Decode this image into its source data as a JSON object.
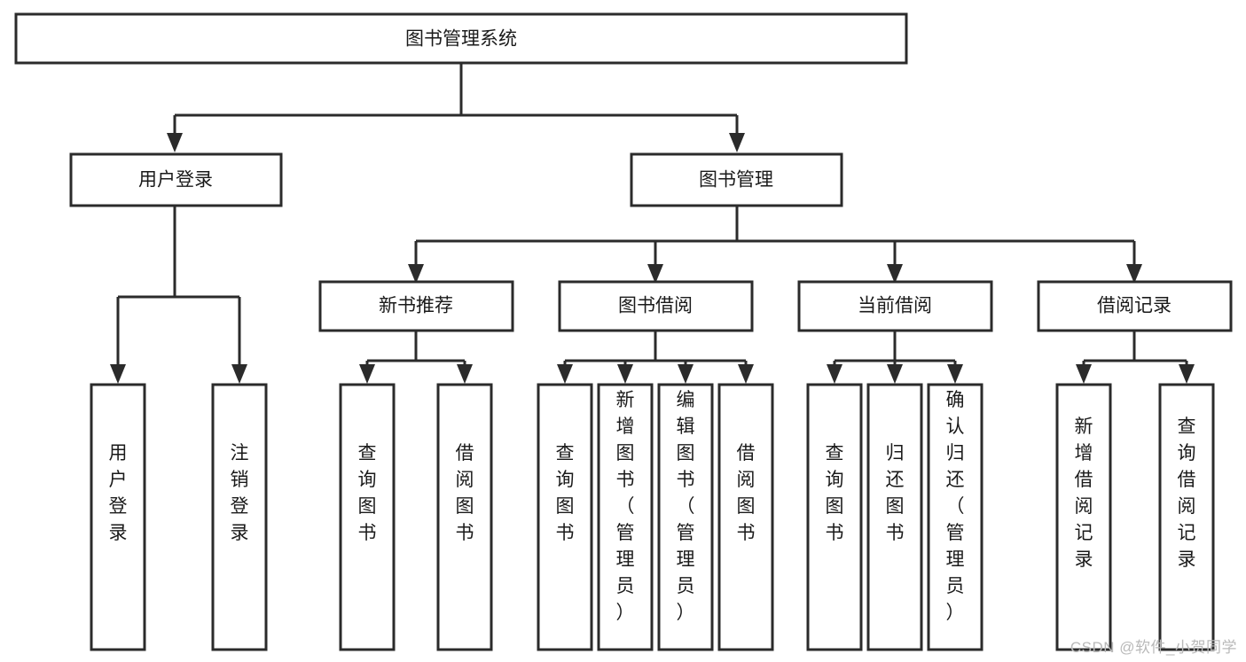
{
  "diagram": {
    "title": "图书管理系统",
    "type": "tree-hierarchy",
    "orientation": "top-down",
    "style": {
      "box_fill": "#ffffff",
      "box_stroke": "#2b2b2b",
      "text_color": "#1a1a1a",
      "background": "#ffffff",
      "watermark_color": "#b9b9b9"
    },
    "levels": [
      {
        "level": 1,
        "nodes": [
          {
            "id": "root",
            "label": "图书管理系统",
            "orientation": "horizontal"
          }
        ]
      },
      {
        "level": 2,
        "nodes": [
          {
            "id": "user-login",
            "label": "用户登录",
            "orientation": "horizontal",
            "parent": "root"
          },
          {
            "id": "book-manage",
            "label": "图书管理",
            "orientation": "horizontal",
            "parent": "root"
          }
        ]
      },
      {
        "level": 3,
        "nodes": [
          {
            "id": "new-book-recommend",
            "label": "新书推荐",
            "orientation": "horizontal",
            "parent": "book-manage"
          },
          {
            "id": "book-borrow",
            "label": "图书借阅",
            "orientation": "horizontal",
            "parent": "book-manage"
          },
          {
            "id": "current-borrow",
            "label": "当前借阅",
            "orientation": "horizontal",
            "parent": "book-manage"
          },
          {
            "id": "borrow-record",
            "label": "借阅记录",
            "orientation": "horizontal",
            "parent": "book-manage"
          }
        ]
      },
      {
        "level": 4,
        "nodes": [
          {
            "id": "leaf-user-login",
            "label": "用户登录",
            "orientation": "vertical",
            "parent": "user-login"
          },
          {
            "id": "leaf-logout-login",
            "label": "注销登录",
            "orientation": "vertical",
            "parent": "user-login"
          },
          {
            "id": "leaf-query-book-1",
            "label": "查询图书",
            "orientation": "vertical",
            "parent": "new-book-recommend"
          },
          {
            "id": "leaf-borrow-book-1",
            "label": "借阅图书",
            "orientation": "vertical",
            "parent": "new-book-recommend"
          },
          {
            "id": "leaf-query-book-2",
            "label": "查询图书",
            "orientation": "vertical",
            "parent": "book-borrow"
          },
          {
            "id": "leaf-add-book-admin",
            "label": "新增图书（管理员）",
            "orientation": "vertical",
            "parent": "book-borrow"
          },
          {
            "id": "leaf-edit-book-admin",
            "label": "编辑图书（管理员）",
            "orientation": "vertical",
            "parent": "book-borrow"
          },
          {
            "id": "leaf-borrow-book-2",
            "label": "借阅图书",
            "orientation": "vertical",
            "parent": "book-borrow"
          },
          {
            "id": "leaf-query-book-3",
            "label": "查询图书",
            "orientation": "vertical",
            "parent": "current-borrow"
          },
          {
            "id": "leaf-return-book",
            "label": "归还图书",
            "orientation": "vertical",
            "parent": "current-borrow"
          },
          {
            "id": "leaf-confirm-return-admin",
            "label": "确认归还（管理员）",
            "orientation": "vertical",
            "parent": "current-borrow"
          },
          {
            "id": "leaf-add-borrow-record",
            "label": "新增借阅记录",
            "orientation": "vertical",
            "parent": "borrow-record"
          },
          {
            "id": "leaf-query-borrow-record",
            "label": "查询借阅记录",
            "orientation": "vertical",
            "parent": "borrow-record"
          }
        ]
      }
    ]
  },
  "watermark": {
    "text": "CSDN @软件_小贺同学"
  }
}
